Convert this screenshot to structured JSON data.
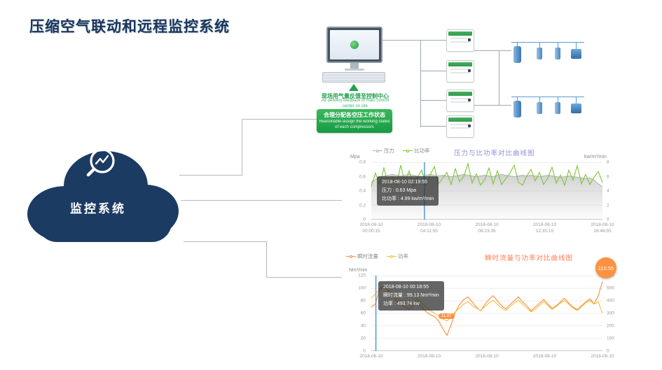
{
  "title": "压缩空气联动和远程监控系统",
  "cloud": {
    "label": "监控系统"
  },
  "topology": {
    "feedback_cn": "现场用气量反馈至控制中心",
    "feedback_en": "Air delivery feedback of main control center on site",
    "assign_cn": "合理分配各空压工作状态",
    "assign_en": "Reasonable assign the working states of each compressors"
  },
  "chart_data": [
    {
      "type": "line",
      "title": "压力与比功率对比曲线图",
      "legend": [
        "压力",
        "比功率"
      ],
      "y_left": {
        "label": "Mpa",
        "min": 0,
        "max": 0.8,
        "ticks": [
          "0.8",
          "0.6",
          "0.4",
          "0.2",
          "0"
        ]
      },
      "y_right": {
        "label": "kw/m³/min",
        "min": 0,
        "max": 8,
        "ticks": [
          "8",
          "6",
          "4",
          "2",
          "0"
        ]
      },
      "x_labels": [
        [
          "2018-08-10",
          "00:00:15"
        ],
        [
          "2018-08-10",
          "04:11:55"
        ],
        [
          "2018-08-10",
          "08:23:35"
        ],
        [
          "2018-08-10",
          "12:35:15"
        ],
        [
          "2018-08-10",
          "16:46:55"
        ]
      ],
      "series": [
        {
          "name": "压力",
          "axis": "left",
          "color": "#b3b3b3",
          "area": true,
          "values": [
            0.52,
            0.56,
            0.59,
            0.61,
            0.62,
            0.63,
            0.62,
            0.61,
            0.62,
            0.63,
            0.62,
            0.61,
            0.6,
            0.62,
            0.63,
            0.62,
            0.61,
            0.62,
            0.61,
            0.6,
            0.61,
            0.62,
            0.63,
            0.62,
            0.61,
            0.6,
            0.61,
            0.62,
            0.61,
            0.6,
            0.62,
            0.63,
            0.62,
            0.61,
            0.6,
            0.61,
            0.62,
            0.61,
            0.62,
            0.61,
            0.6,
            0.61,
            0.62,
            0.61,
            0.6,
            0.59,
            0.6,
            0.61,
            0.6,
            0.59,
            0.58,
            0.57,
            0.58,
            0.55,
            0.5,
            0.46
          ]
        },
        {
          "name": "比功率",
          "axis": "right",
          "color": "#7ec636",
          "values": [
            4.6,
            6.5,
            4.9,
            7.2,
            5.0,
            6.0,
            4.8,
            7.6,
            5.2,
            6.8,
            4.7,
            5.9,
            6.9,
            4.8,
            6.2,
            7.4,
            5.0,
            5.8,
            6.6,
            4.9,
            7.1,
            5.3,
            6.0,
            7.8,
            5.1,
            6.4,
            4.8,
            5.6,
            7.2,
            5.0,
            6.8,
            4.9,
            5.7,
            6.5,
            7.6,
            5.2,
            4.8,
            6.1,
            7.0,
            5.4,
            6.6,
            4.9,
            5.8,
            7.3,
            5.1,
            6.2,
            4.8,
            6.9,
            5.5,
            7.5,
            5.0,
            6.3,
            4.9,
            5.9,
            6.7,
            5.2
          ]
        }
      ],
      "marker_x_frac": 0.23,
      "tooltip": {
        "time": "2018-08-10 02:19:55",
        "lines": [
          "压力 : 0.63 Mpa",
          "比功率 : 4.99 kw/m³/min"
        ]
      }
    },
    {
      "type": "line",
      "title": "瞬时流量与功率对比曲线图",
      "legend": [
        "瞬时流量",
        "功率"
      ],
      "y_left": {
        "label": "Nm³/min",
        "min": 0,
        "max": 120,
        "ticks": [
          "120",
          "100",
          "80",
          "60",
          "40",
          "20",
          "0"
        ]
      },
      "y_right": {
        "label": "",
        "min": 0,
        "max": 600,
        "ticks": [
          "600",
          "500",
          "400",
          "300",
          "200",
          "100",
          "0"
        ]
      },
      "x_labels": [
        [
          "2018-08-10"
        ],
        [
          "2018-08-10"
        ],
        [
          "2018-08-10"
        ],
        [
          "2018-08-10"
        ],
        [
          "2018-08-10"
        ]
      ],
      "series": [
        {
          "name": "瞬时流量",
          "axis": "left",
          "color": "#ff8a3c",
          "values": [
            70,
            75,
            99.13,
            104,
            96,
            88,
            80,
            74,
            70,
            66,
            72,
            78,
            70,
            63,
            58,
            55,
            48,
            36,
            25,
            42,
            62,
            74,
            82,
            86,
            78,
            70,
            64,
            74,
            82,
            88,
            80,
            72,
            67,
            74,
            80,
            86,
            78,
            72,
            64,
            70,
            76,
            82,
            75,
            68,
            72,
            78,
            84,
            76,
            70,
            66,
            72,
            78,
            83,
            75,
            88,
            110.55
          ]
        },
        {
          "name": "功率",
          "axis": "right",
          "color": "#edc23c",
          "values": [
            420,
            455,
            493.74,
            505,
            485,
            462,
            432,
            402,
            382,
            362,
            392,
            412,
            382,
            352,
            322,
            302,
            282,
            255,
            240,
            272,
            312,
            342,
            372,
            392,
            362,
            342,
            322,
            352,
            382,
            402,
            372,
            342,
            322,
            352,
            382,
            402,
            372,
            342,
            312,
            332,
            362,
            392,
            362,
            332,
            352,
            382,
            402,
            372,
            342,
            322,
            352,
            382,
            402,
            372,
            392,
            300
          ]
        }
      ],
      "marker_x_frac": 0.02,
      "tooltip": {
        "time": "2018-08-10 00:18:55",
        "lines": [
          "瞬时流量 : 99.13 Nm³/min",
          "功率 : 493.74 kw"
        ]
      },
      "max_badge": "110.55",
      "min_label": "11.87"
    }
  ]
}
